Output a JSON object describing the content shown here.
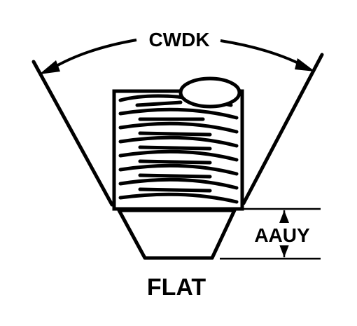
{
  "labels": {
    "angle": "CWDK",
    "point_length": "AAUY",
    "point_type": "FLAT"
  },
  "colors": {
    "ink": "#000000",
    "paper": "#ffffff"
  }
}
